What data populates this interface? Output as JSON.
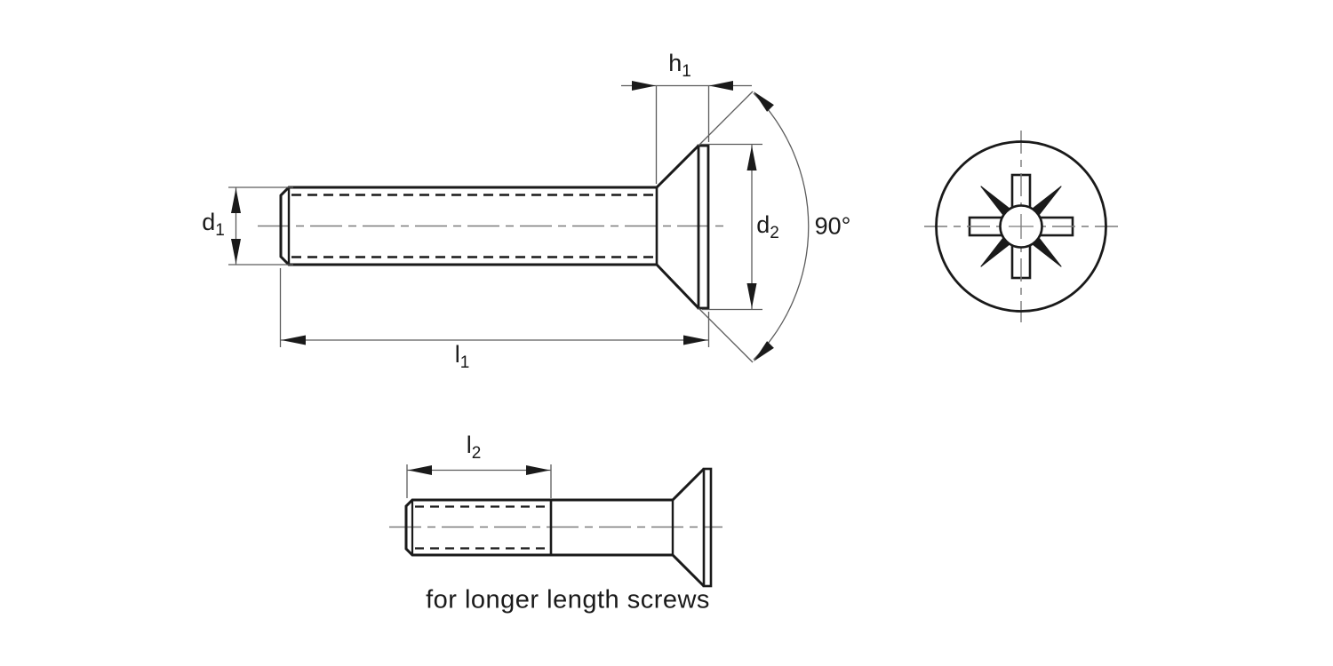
{
  "colors": {
    "outline": "#1a1a1a",
    "thin_line": "#5c5c5c",
    "center_line": "#7a7a7a",
    "background": "#ffffff"
  },
  "labels": {
    "d1": {
      "base": "d",
      "sub": "1"
    },
    "h1": {
      "base": "h",
      "sub": "1"
    },
    "d2": {
      "base": "d",
      "sub": "2"
    },
    "l1": {
      "base": "l",
      "sub": "1"
    },
    "l2": {
      "base": "l",
      "sub": "2"
    },
    "angle": "90°"
  },
  "caption": "for longer length screws"
}
